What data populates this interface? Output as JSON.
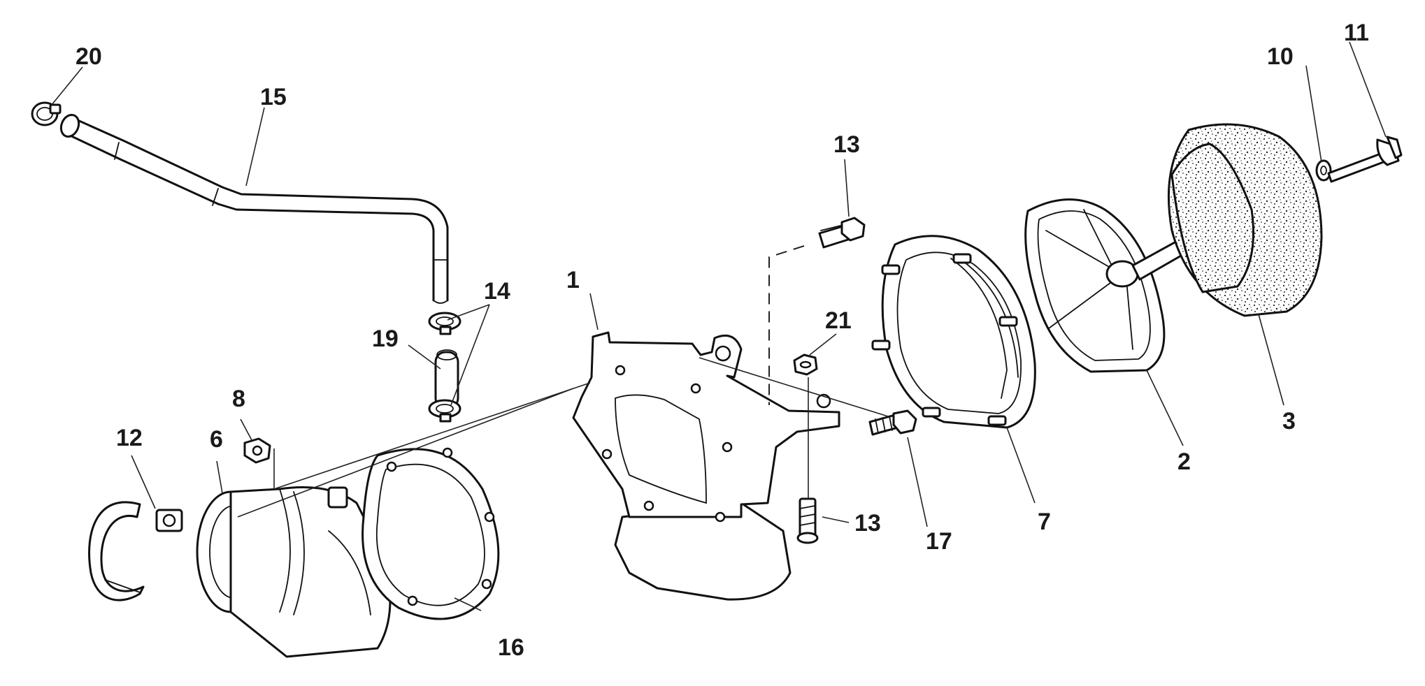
{
  "diagram": {
    "callouts": [
      {
        "id": "label-1",
        "text": "1"
      },
      {
        "id": "label-2",
        "text": "2"
      },
      {
        "id": "label-3",
        "text": "3"
      },
      {
        "id": "label-6",
        "text": "6"
      },
      {
        "id": "label-7",
        "text": "7"
      },
      {
        "id": "label-8",
        "text": "8"
      },
      {
        "id": "label-10",
        "text": "10"
      },
      {
        "id": "label-11",
        "text": "11"
      },
      {
        "id": "label-12",
        "text": "12"
      },
      {
        "id": "label-13a",
        "text": "13"
      },
      {
        "id": "label-13b",
        "text": "13"
      },
      {
        "id": "label-14",
        "text": "14"
      },
      {
        "id": "label-15",
        "text": "15"
      },
      {
        "id": "label-16",
        "text": "16"
      },
      {
        "id": "label-17",
        "text": "17"
      },
      {
        "id": "label-19",
        "text": "19"
      },
      {
        "id": "label-20",
        "text": "20"
      },
      {
        "id": "label-21",
        "text": "21"
      }
    ]
  }
}
